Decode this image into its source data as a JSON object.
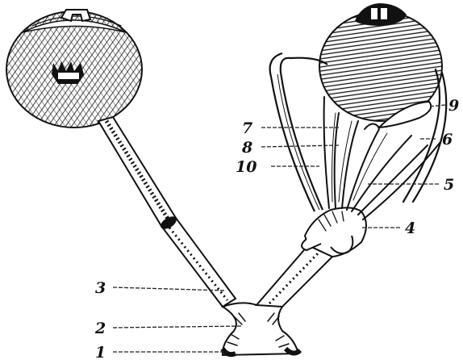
{
  "labels": {
    "l1": "1",
    "l2": "2",
    "l3": "3",
    "l4": "4",
    "l5": "5",
    "l6": "6",
    "l7": "7",
    "l8": "8",
    "l9": "9",
    "l10": "10"
  },
  "ink_color": "#111111",
  "background_color": "#ffffff"
}
